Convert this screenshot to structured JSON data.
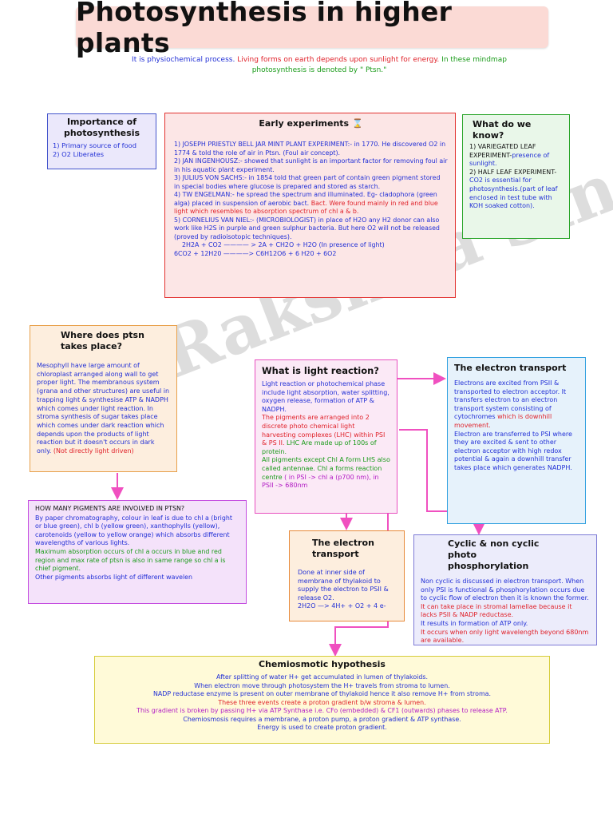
{
  "title": "Photosynthesis in higher plants",
  "intro": {
    "part1": "It is physiochemical process.",
    "part2": "Living forms on earth depends upon sunlight for energy.",
    "part3": "In these mindmap photosynthesis is denoted by \" Ptsn.\""
  },
  "watermark": "Rakshita Singh",
  "importance": {
    "heading": "Importance of photosynthesis",
    "items": [
      "1) Primary source of food",
      "2) O2 Liberates"
    ]
  },
  "early_experiments": {
    "heading": "Early experiments",
    "heading_icon": "⌛",
    "p1": "1) JOSEPH PRIESTLY BELL JAR MINT PLANT EXPERIMENT:- in 1770. He discovered O2 in 1774 & told the role of air in Ptsn. (Foul air concept).",
    "p2": "2) JAN INGENHOUSZ:- showed that sunlight is an important factor for removing foul air in his aquatic plant experiment.",
    "p3": "3) JULIUS VON SACHS:- in 1854 told that green part of contain green pigment stored in special bodies where glucose is prepared and stored as starch.",
    "p4a": "4) TW ENGELMAN:- he spread the spectrum and illuminated. Eg- cladophora (green alga) placed in suspension of aerobic bact.",
    "p4b": "Bact. Were found mainly in red and blue light which resembles to absorption spectrum of chl a & b.",
    "p5": "5) CORNELIUS VAN NIEL:- (MICROBIOLOGIST) in place of H2O any H2 donor can also work like H2S in purple and green sulphur bacteria. But here O2 will not be released (proved by radioisotopic techniques).",
    "eq1": "2H2A + CO2 ———— > 2A + CH2O + H2O (In presence of light)",
    "eq2": "6CO2 + 12H20 ————> C6H12O6 + 6 H20 + 6O2"
  },
  "what_do_we_know": {
    "heading": "What do we know?",
    "p1a": "1) VARIEGATED LEAF EXPERIMENT-",
    "p1b": "presence of sunlight.",
    "p2a": "2) HALF LEAF EXPERIMENT-",
    "p2b": "CO2 is essential for photosynthesis.",
    "p2c": "(part of leaf enclosed in test tube with KOH soaked cotton)."
  },
  "where_ptsn": {
    "heading": "Where does ptsn takes place?",
    "body_blue": "Mesophyll have large amount of chloroplast arranged along wall to get proper light. The membranous system (grana and other structures) are useful in trapping light & synthesise ATP & NADPH which comes under light reaction. In stroma synthesis of sugar takes place which comes under dark reaction which depends upon the products of light reaction but it doesn't occurs in dark only.",
    "body_red": "(Not directly light driven)"
  },
  "pigments": {
    "heading": "HOW MANY PIGMENTS ARE INVOLVED IN PTSN?",
    "blue": "By paper chromatography, colour in leaf is due to chl a (bright or blue green), chl b (yellow green), xanthophylls (yellow), carotenoids (yellow to yellow orange) which absorbs different wavelengths of various lights.",
    "green": "Maximum absorption occurs of chl a occurs in blue and red region and max rate of ptsn is also in same range so chl a is chief pigment.",
    "blue2": "Other pigments absorbs light of different wavelen"
  },
  "light_reaction": {
    "heading": "What is light reaction?",
    "blue": "Light reaction or photochemical phase include light absorption, water splitting, oxygen release, formation of ATP & NADPH.",
    "red": "The pigments are arranged into 2 discrete photo chemical light harvesting complexes (LHC) within PSI & PS II.",
    "green": "LHC Are made up of 100s of protein.",
    "green2": "All pigments except Chl A form LHS also called antennae. Chl a forms reaction centre",
    "purple": "( in PSI -> chl a (p700 nm), in PSII -> 680nm"
  },
  "electron_transport_right": {
    "heading": "The electron transport",
    "blue": "Electrons are excited from PSII & transported to electron acceptor. It transfers electron to an electron transport system consisting of cytochromes",
    "red": "which is downhill movement.",
    "blue2": "Electron are transferred to PSI where they are excited & sent to other electron acceptor with high redox potential & again a downhill transfer takes place which generates NADPH."
  },
  "electron_transport_mid": {
    "heading": "The electron transport",
    "body": "Done at inner side of membrane of thylakoid to supply the electron to PSII & release O2.",
    "eq": "2H2O —> 4H+ + O2 + 4 e-"
  },
  "cyclic": {
    "heading": "Cyclic & non cyclic photo phosphorylation",
    "blue": "Non cyclic is discussed in electron transport. When only PSI is functional & phosphorylation occurs due to cyclic flow of electron then it is known the former.",
    "red": "It can take place in stromal lamellae because it lacks PSII & NADP reductase.",
    "blue2": "It results in formation of ATP only.",
    "red2": "It occurs when only light wavelength beyond 680nm are available."
  },
  "chemiosmotic": {
    "heading": "Chemiosmotic hypothesis",
    "l1": "After splitting of water H+ get accumulated in lumen of thylakoids.",
    "l2": "When electron move through photosystem the H+ travels from stroma to lumen.",
    "l3": "NADP reductase enzyme is present on outer membrane of thylakoid hence it also remove H+ from stroma.",
    "l4": "These three events create a proton gradient b/w stroma & lumen.",
    "l5": "This gradient is broken by passing H+ via ATP Synthase i.e. CFo (embedded) & CF1 (outwards) phases to release ATP.",
    "l6": "Chemiosmosis requires a membrane, a proton pump, a proton gradient & ATP synthase.",
    "l7": "Energy is used to create proton gradient."
  },
  "colors": {
    "blue": "#2230d6",
    "red": "#e0232b",
    "green": "#1a9b1a",
    "purple": "#b21cc4",
    "connector": "#f050c0"
  }
}
